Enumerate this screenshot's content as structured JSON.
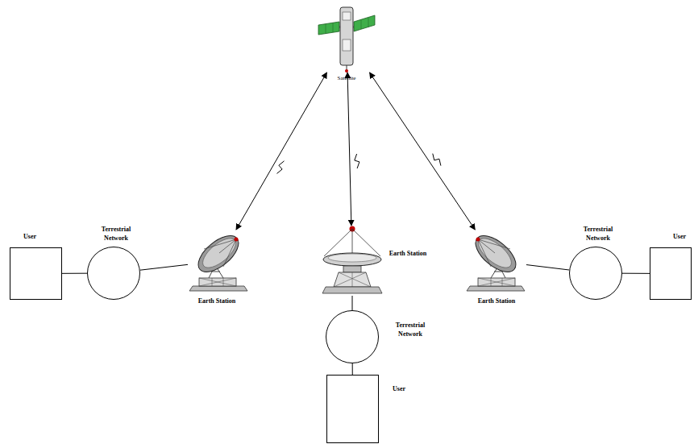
{
  "diagram": {
    "nodes": [
      {
        "text": [
          "Satellite"
        ]
      },
      {
        "text": [
          "User"
        ]
      },
      {
        "text": [
          "Terrestrial Network"
        ]
      },
      {
        "text": [
          "Earth Station"
        ]
      },
      {
        "text": [
          "Earth Station"
        ]
      },
      {
        "text": [
          "Earth Station"
        ]
      },
      {
        "text": [
          "Terrestrial Network"
        ]
      },
      {
        "text": [
          "User"
        ]
      },
      {
        "text": [
          "Terrestrial Network"
        ]
      },
      {
        "text": [
          "User"
        ]
      }
    ],
    "edges": [
      {
        "from": 1,
        "to": 2,
        "arrow": "none"
      },
      {
        "from": 2,
        "to": 3,
        "arrow": "none"
      },
      {
        "from": 3,
        "to": 0,
        "arrow": "both"
      },
      {
        "from": 4,
        "to": 0,
        "arrow": "both"
      },
      {
        "from": 5,
        "to": 0,
        "arrow": "both"
      },
      {
        "from": 6,
        "to": 5,
        "arrow": "none"
      },
      {
        "from": 7,
        "to": 6,
        "arrow": "none"
      },
      {
        "from": 4,
        "to": 8,
        "arrow": "none"
      },
      {
        "from": 8,
        "to": 9,
        "arrow": "none"
      }
    ]
  }
}
